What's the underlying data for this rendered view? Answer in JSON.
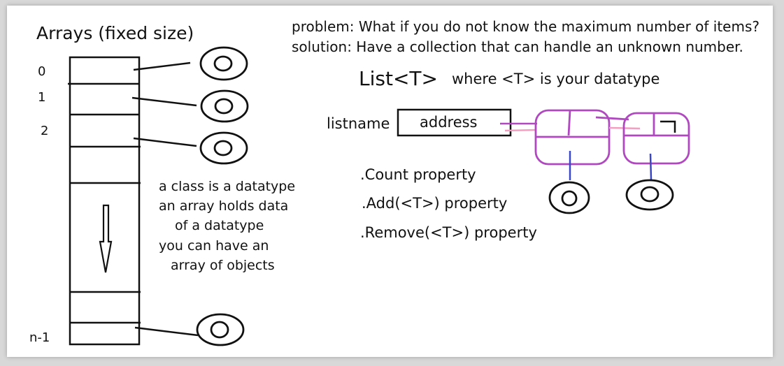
{
  "array": {
    "title": "Arrays (fixed size)",
    "indices": [
      "0",
      "1",
      "2",
      "n-1"
    ]
  },
  "notes": [
    "a class is a datatype",
    "an array holds data",
    "of a datatype",
    "you can have an",
    "array of objects"
  ],
  "header": {
    "problem": "problem: What if you do not know the maximum number of items?",
    "solution": "solution: Have a collection that can handle an unknown number."
  },
  "list": {
    "title": "List<T>",
    "where": "where <T> is your datatype",
    "listname_label": "listname",
    "address_label": "address",
    "properties": [
      ".Count property",
      ".Add(<T>) property",
      ".Remove(<T>) property"
    ]
  },
  "colors": {
    "ink": "#111111",
    "node": "#b048c0",
    "link": "#f2a0c0",
    "pointer": "#3a48c8"
  }
}
